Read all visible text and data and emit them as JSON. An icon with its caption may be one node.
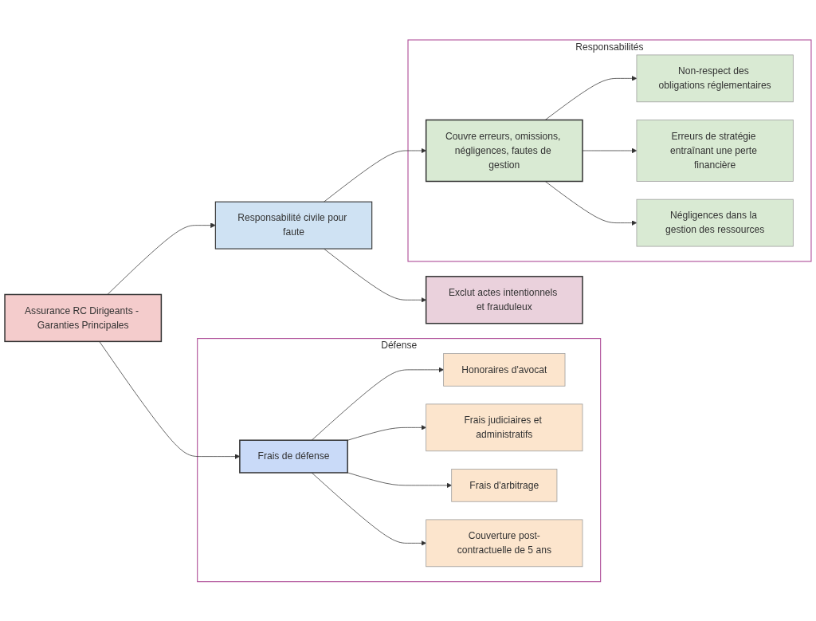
{
  "diagram": {
    "nodes": [
      {
        "text": [
          "Assurance RC Dirigeants - Garanties Principales"
        ]
      },
      {
        "text": [
          "Défense"
        ]
      },
      {
        "text": [
          "Frais de défense"
        ],
        "in": 1
      },
      {
        "text": [
          "Honoraires d'avocat"
        ],
        "in": 1
      },
      {
        "text": [
          "Frais judiciaires et administratifs"
        ],
        "in": 1
      },
      {
        "text": [
          "Frais d'arbitrage"
        ],
        "in": 1
      },
      {
        "text": [
          "Couverture post-contractuelle de 5 ans"
        ],
        "in": 1
      },
      {
        "text": [
          "Responsabilité civile pour faute"
        ]
      },
      {
        "text": [
          "Exclut actes intentionnels et frauduleux"
        ]
      },
      {
        "text": [
          "Responsabilités"
        ]
      },
      {
        "text": [
          "Couvre erreurs, omissions, négligences, fautes de gestion"
        ],
        "in": 9
      },
      {
        "text": [
          "Non-respect des obligations réglementaires"
        ],
        "in": 9
      },
      {
        "text": [
          "Erreurs de stratégie entraînant une perte financière"
        ],
        "in": 9
      },
      {
        "text": [
          "Négligences dans la gestion des ressources"
        ],
        "in": 9
      }
    ],
    "edges": [
      {
        "from": 0,
        "to": 2,
        "arrow": "to"
      },
      {
        "from": 2,
        "to": 3,
        "arrow": "to"
      },
      {
        "from": 2,
        "to": 4,
        "arrow": "to"
      },
      {
        "from": 2,
        "to": 5,
        "arrow": "to"
      },
      {
        "from": 2,
        "to": 6,
        "arrow": "to"
      },
      {
        "from": 0,
        "to": 7,
        "arrow": "to"
      },
      {
        "from": 7,
        "to": 8,
        "arrow": "to"
      },
      {
        "from": 7,
        "to": 10,
        "arrow": "to"
      },
      {
        "from": 10,
        "to": 11,
        "arrow": "to"
      },
      {
        "from": 10,
        "to": 12,
        "arrow": "to"
      },
      {
        "from": 10,
        "to": 13,
        "arrow": "to"
      }
    ]
  }
}
